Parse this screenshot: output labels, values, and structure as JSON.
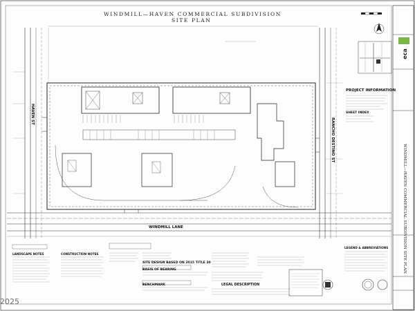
{
  "sheet": {
    "title_line1": "WINDMILL—HAVEN COMMERCIAL SUBDIVISION",
    "title_line2": "SITE PLAN",
    "streets": {
      "west": "HAVEN ST",
      "east": "RANCHO DESTINO ST",
      "south": "WINDMILL LANE"
    },
    "project_information": "PROJECT INFORMATION",
    "sheet_index": "SHEET INDEX",
    "legend": "LEGEND & ABBREVIATIONS",
    "construction_notes": "CONSTRUCTION NOTES",
    "landscape_notes": "LANDSCAPE NOTES",
    "site_design": "SITE DESIGN BASED ON 2015 TITLE 30",
    "basis_of_bearing": "BASIS OF BEARING",
    "benchmark": "BENCHMARK",
    "legal_description": "LEGAL DESCRIPTION",
    "title_block": {
      "firm": "eca",
      "vertical_title": "WINDMILL—HAVEN COMMERCIAL SUBDIVISION SITE PLAN"
    },
    "watermark": "2025",
    "colors": {
      "ink": "#2a2a2a",
      "light_ink": "#8a8a8a",
      "logo_green": "#7ab648"
    },
    "icons": [
      "north-arrow-icon",
      "scale-bar-icon",
      "vicinity-map-icon"
    ]
  }
}
